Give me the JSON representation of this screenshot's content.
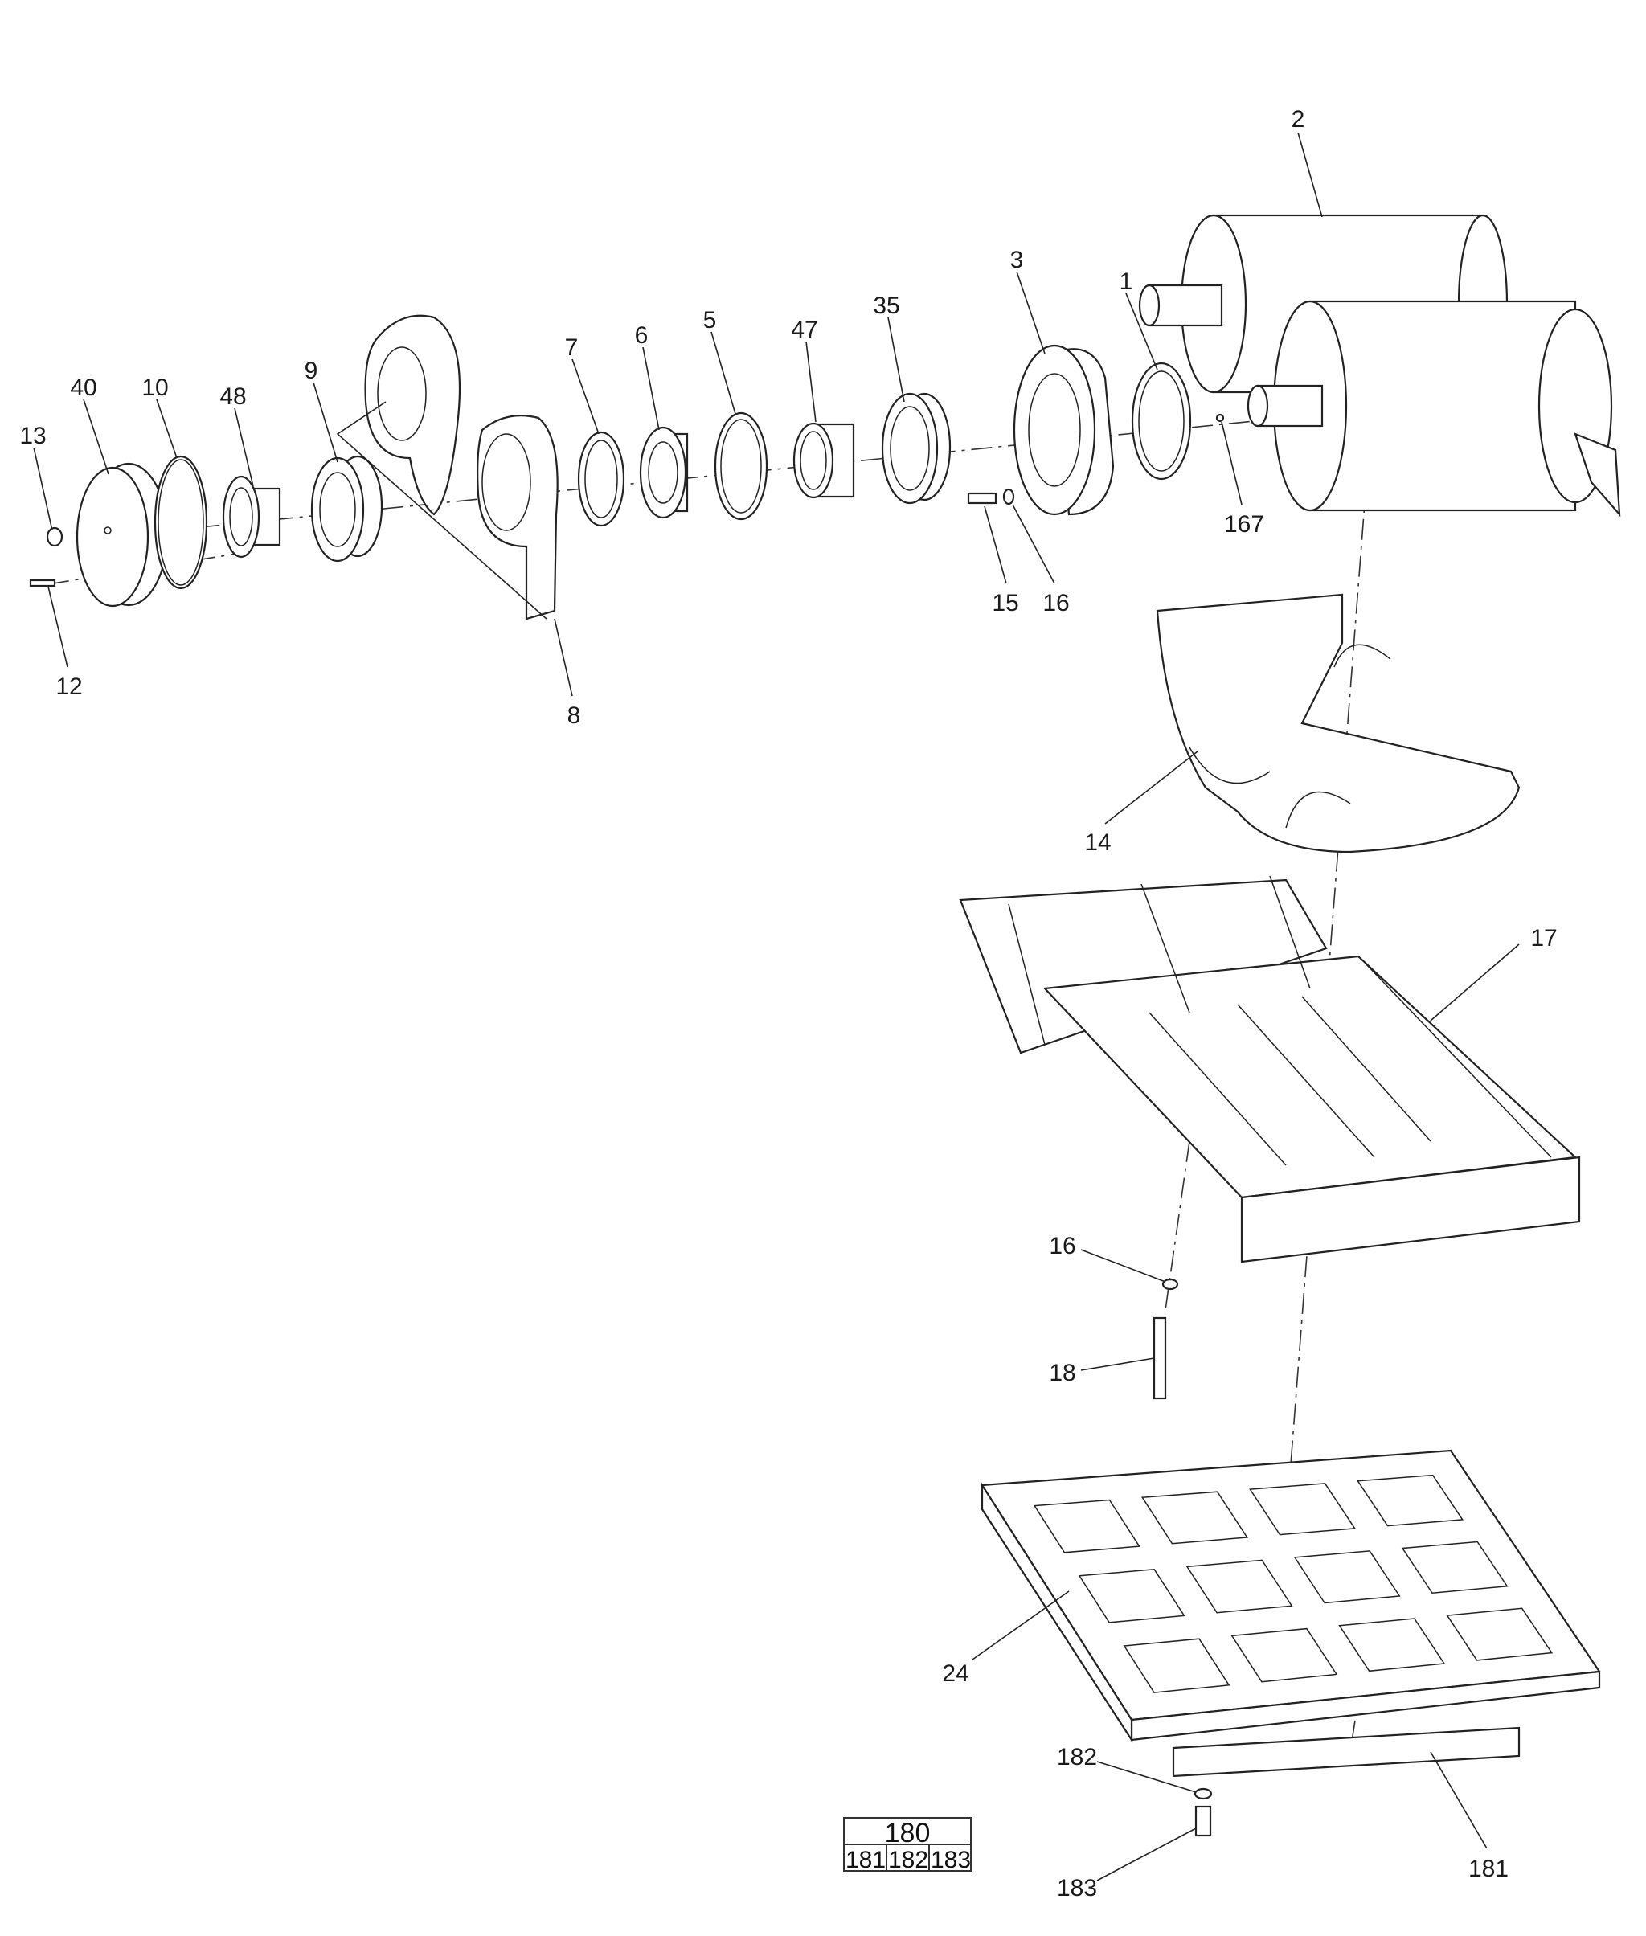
{
  "diagram": {
    "type": "exploded-parts-view",
    "callouts": {
      "p1": "1",
      "p2": "2",
      "p3": "3",
      "p5": "5",
      "p6": "6",
      "p7": "7",
      "p8": "8",
      "p9": "9",
      "p10": "10",
      "p12": "12",
      "p13": "13",
      "p14": "14",
      "p15": "15",
      "p16a": "16",
      "p16b": "16",
      "p17": "17",
      "p18": "18",
      "p24": "24",
      "p35": "35",
      "p40": "40",
      "p47": "47",
      "p48": "48",
      "p167": "167",
      "p181": "181",
      "p182": "182",
      "p183": "183"
    },
    "kit_table": {
      "header": "180",
      "cells": [
        "181",
        "182",
        "183"
      ]
    }
  }
}
